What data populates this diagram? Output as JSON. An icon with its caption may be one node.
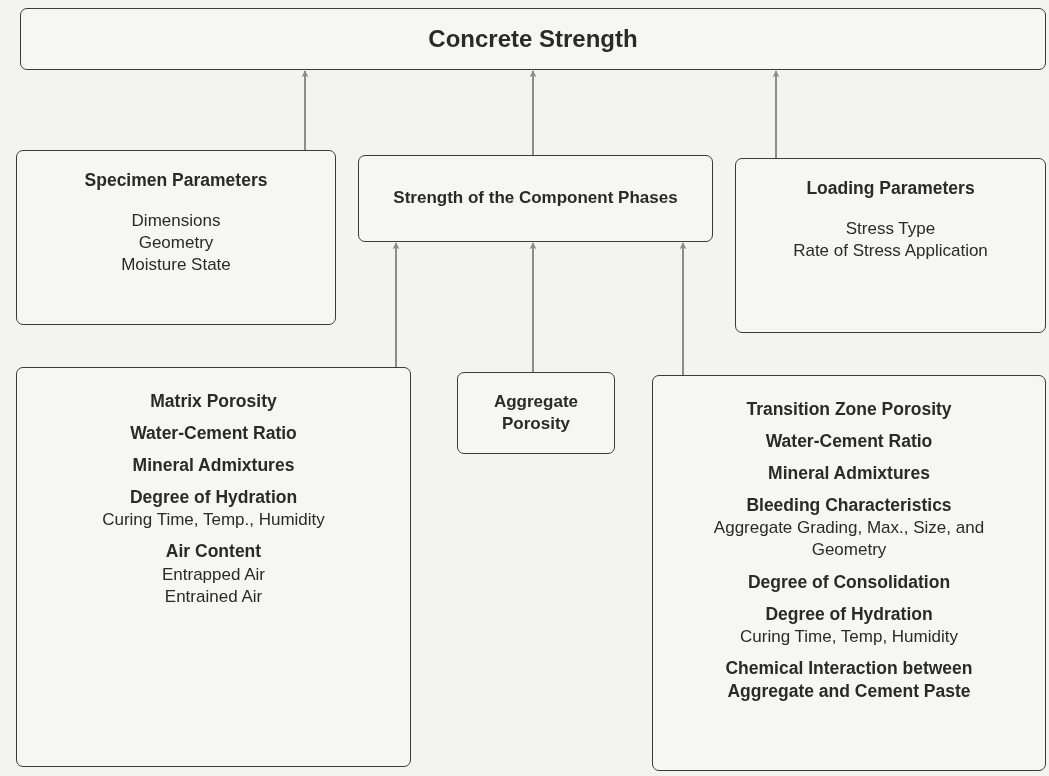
{
  "diagram": {
    "nodes": [
      {
        "text": [
          "Concrete Strength"
        ]
      },
      {
        "text": [
          "**Specimen Parameters**",
          "Dimensions",
          "Geometry",
          "Moisture State"
        ]
      },
      {
        "text": [
          "Strength of the Component Phases"
        ]
      },
      {
        "text": [
          "**Loading Parameters**",
          "Stress Type",
          "Rate of Stress Application"
        ]
      },
      {
        "text": [
          "**Matrix Porosity**",
          "**Water-Cement Ratio**",
          "**Mineral Admixtures**",
          "**Degree of Hydration**",
          "Curing Time, Temp., Humidity",
          "**Air Content**",
          "Entrapped Air",
          "Entrained Air"
        ]
      },
      {
        "text": [
          "Aggregate Porosity"
        ]
      },
      {
        "text": [
          "**Transition Zone Porosity**",
          "**Water-Cement Ratio**",
          "**Mineral Admixtures**",
          "**Bleeding Characteristics**",
          "Aggregate Grading, Max., Size, and Geometry",
          "**Degree of Consolidation**",
          "**Degree of Hydration**",
          "Curing Time, Temp, Humidity",
          "**Chemical Interaction between Aggregate and Cement Paste**"
        ]
      }
    ],
    "edges": [
      {
        "from": 1,
        "to": 0,
        "arrow": "to"
      },
      {
        "from": 2,
        "to": 0,
        "arrow": "to"
      },
      {
        "from": 3,
        "to": 0,
        "arrow": "to"
      },
      {
        "from": 4,
        "to": 2,
        "arrow": "to"
      },
      {
        "from": 5,
        "to": 2,
        "arrow": "to"
      },
      {
        "from": 6,
        "to": 2,
        "arrow": "to"
      }
    ]
  }
}
